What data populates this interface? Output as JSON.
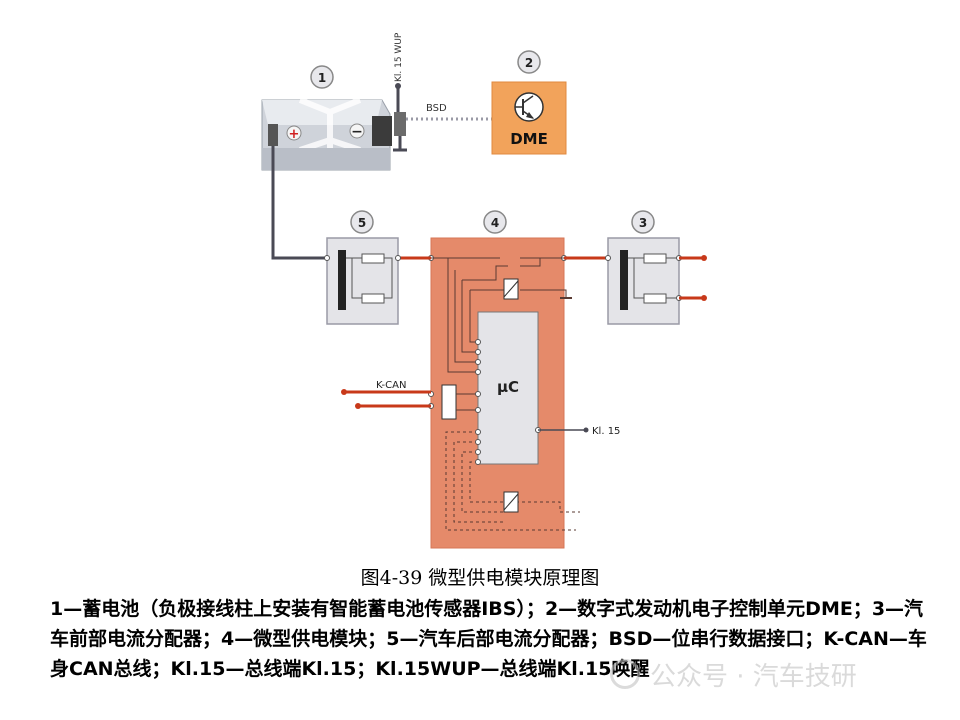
{
  "diagram": {
    "badges": [
      "1",
      "2",
      "3",
      "4",
      "5"
    ],
    "labels": {
      "kl15wup": "Kl. 15 WUP",
      "bsd": "BSD",
      "dme": "DME",
      "kcan": "K-CAN",
      "uc": "μC",
      "kl15": "Kl. 15",
      "plus": "+",
      "minus": "−"
    },
    "colors": {
      "module4": "#e58a6a",
      "dme": "#f2a35b",
      "wire_red": "#c8391a",
      "wire_grey": "#4a4a55",
      "distributor": "#e4e4e8"
    },
    "icons": [
      "transistor-icon",
      "battery-icon",
      "relay-icon"
    ]
  },
  "caption": "图4-39  微型供电模块原理图",
  "legend": "1—蓄电池（负极接线柱上安装有智能蓄电池传感器IBS）；2—数字式发动机电子控制单元DME；3—汽车前部电流分配器；4—微型供电模块；5—汽车后部电流分配器；BSD—位串行数据接口；K-CAN—车身CAN总线；Kl.15—总线端Kl.15；Kl.15WUP—总线端Kl.15唤醒",
  "watermark": "公众号 · 汽车技研"
}
